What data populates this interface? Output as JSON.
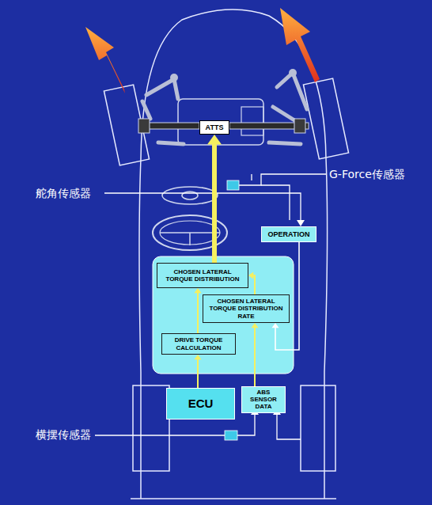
{
  "diagram": {
    "nodes": [
      {
        "text": [
          "ATTS"
        ]
      },
      {
        "text": [
          "OPERATION"
        ]
      },
      {
        "text": [
          "CHOSEN LATERAL TORQUE DISTRIBUTION"
        ]
      },
      {
        "text": [
          "CHOSEN LATERAL TORQUE DISTRIBUTION RATE"
        ]
      },
      {
        "text": [
          "DRIVE TORQUE CALCULATION"
        ]
      },
      {
        "text": [
          "ECU"
        ]
      },
      {
        "text": [
          "ABS SENSOR DATA"
        ]
      }
    ],
    "edges": [
      {
        "from": 2,
        "to": 0,
        "arrow": "to"
      },
      {
        "from": 5,
        "to": 4,
        "arrow": "to"
      },
      {
        "from": 4,
        "to": 2,
        "arrow": "to"
      },
      {
        "from": 3,
        "to": 2,
        "arrow": "to"
      },
      {
        "from": 6,
        "to": 3,
        "arrow": "to"
      },
      {
        "from": 1,
        "to": 3,
        "arrow": "to"
      }
    ],
    "labels": [
      "舵角传感器",
      "G-Force传感器",
      "横摆传感器"
    ]
  }
}
